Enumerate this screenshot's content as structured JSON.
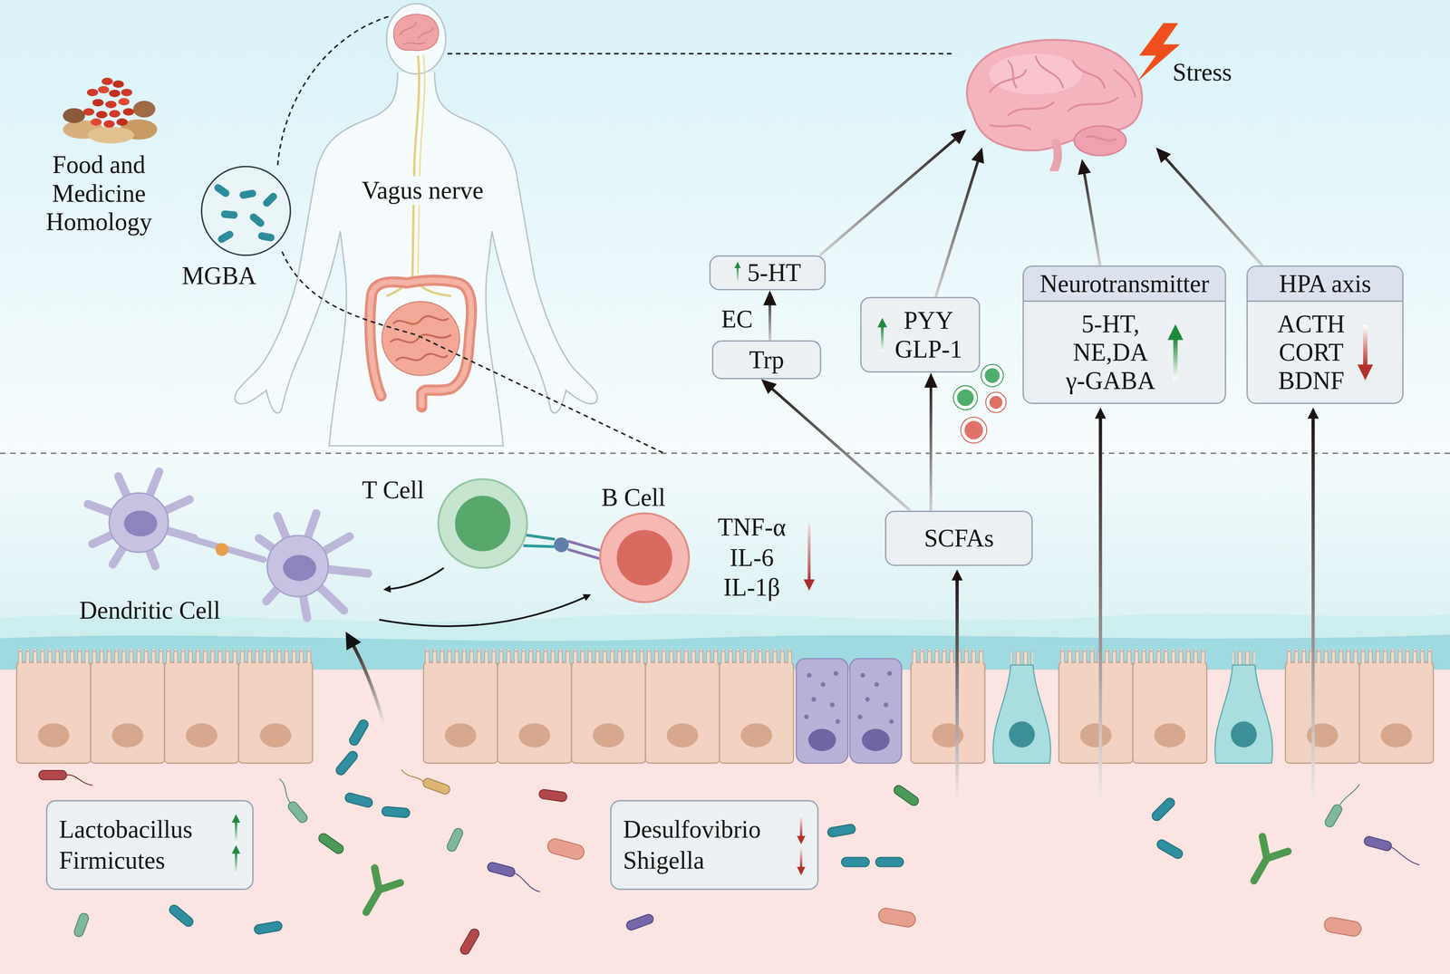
{
  "diagram": {
    "nodes": [
      {
        "text": [
          "Stress"
        ]
      },
      {
        "text": [
          "5-HT"
        ]
      },
      {
        "text": [
          "Trp"
        ]
      },
      {
        "text": [
          "PYY GLP-1"
        ]
      },
      {
        "text": [
          "Neurotransmitter",
          "5-HT, NE,DA γ-GABA"
        ]
      },
      {
        "text": [
          "HPA axis",
          "ACTH CORT BDNF"
        ]
      },
      {
        "text": [
          "SCFAs"
        ]
      },
      {
        "text": [
          "Lactobacillus",
          "Firmicutes"
        ]
      },
      {
        "text": [
          "Desulfovibrio",
          "Shigella"
        ]
      }
    ],
    "edges": [
      {
        "from": 2,
        "to": 1,
        "arrow": "to"
      },
      {
        "from": 6,
        "to": 2,
        "arrow": "to"
      },
      {
        "from": 6,
        "to": 3,
        "arrow": "to"
      },
      {
        "from": 1,
        "to": 0,
        "arrow": "to"
      },
      {
        "from": 3,
        "to": 0,
        "arrow": "to"
      },
      {
        "from": 4,
        "to": 0,
        "arrow": "to"
      },
      {
        "from": 5,
        "to": 0,
        "arrow": "to"
      }
    ],
    "labels": [
      "Food and Medicine Homology",
      "MGBA",
      "Vagus nerve",
      "EC",
      "T Cell",
      "B Cell",
      "Dendritic Cell",
      "TNF-α",
      "IL-6",
      "IL-1β"
    ]
  }
}
